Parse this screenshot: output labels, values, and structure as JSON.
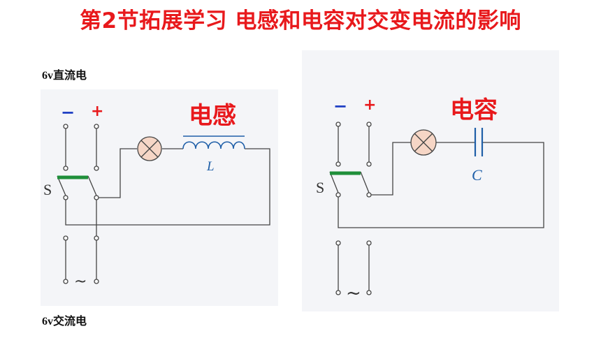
{
  "title": "第2节拓展学习  电感和电容对交变电流的影响",
  "dc_label": "6v直流电",
  "ac_label": "6v交流电",
  "left_circuit": {
    "component_label": "电感",
    "minus": "−",
    "plus": "+",
    "switch": "S",
    "symbol": "L",
    "ac_symbol": "~"
  },
  "right_circuit": {
    "component_label": "电容",
    "minus": "−",
    "plus": "+",
    "switch": "S",
    "symbol": "C",
    "ac_symbol": "~"
  },
  "colors": {
    "title": "#e8191c",
    "minus": "#1f3fc4",
    "plus": "#e8191c",
    "switch_bar": "#1f8f3a",
    "component": "#1f5fa8",
    "wire": "#444444",
    "lamp_fill": "#f6d6c6"
  }
}
